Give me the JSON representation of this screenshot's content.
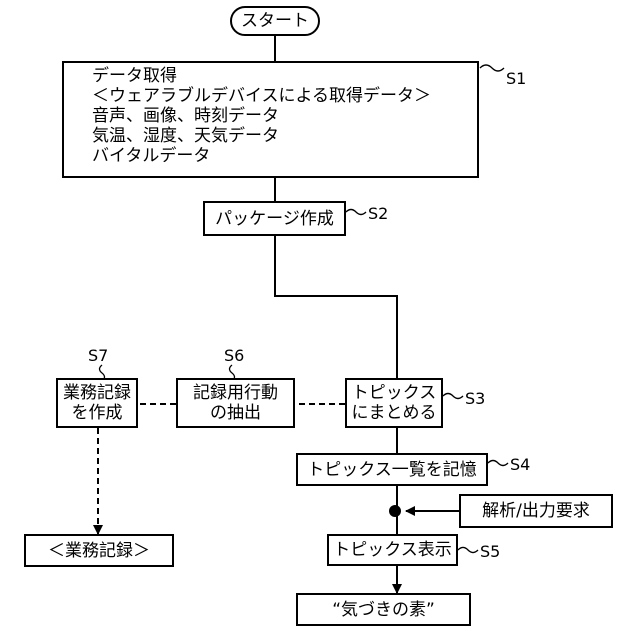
{
  "start": "スタート",
  "s1": {
    "lines": [
      "データ取得",
      "＜ウェアラブルデバイスによる取得データ＞",
      "音声、画像、時刻データ",
      "気温、湿度、天気データ",
      "バイタルデータ"
    ],
    "label": "S1"
  },
  "s2": {
    "text": "パッケージ作成",
    "label": "S2"
  },
  "s3": {
    "lines": [
      "トピックス",
      "にまとめる"
    ],
    "label": "S3"
  },
  "s4": {
    "text": "トピックス一覧を記憶",
    "label": "S4"
  },
  "s5": {
    "text": "トピックス表示",
    "label": "S5"
  },
  "s6": {
    "lines": [
      "記録用行動",
      "の抽出"
    ],
    "label": "S6"
  },
  "s7": {
    "lines": [
      "業務記録",
      "を作成"
    ],
    "label": "S7"
  },
  "request": "解析/出力要求",
  "output_record": "＜業務記録＞",
  "output_seeds": "“気づきの素”"
}
